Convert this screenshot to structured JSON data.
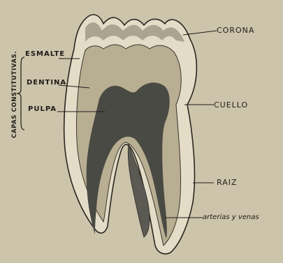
{
  "diagram": {
    "labels": {
      "corona": "CORONA",
      "cuello": "CUELLO",
      "raiz": "RAIZ",
      "arterias": "arterias y venas",
      "esmalte": "ESMALTE",
      "dentina": "DENTINA",
      "pulpa": "PULPA",
      "capas": "CAPAS CONSTITUTIVAS."
    },
    "colors": {
      "paper": "#cfc7ad",
      "enamel": "#e3ddc8",
      "dentin": "#b8ae92",
      "pulp": "#4a4a44",
      "ink": "#1f1c18"
    }
  }
}
